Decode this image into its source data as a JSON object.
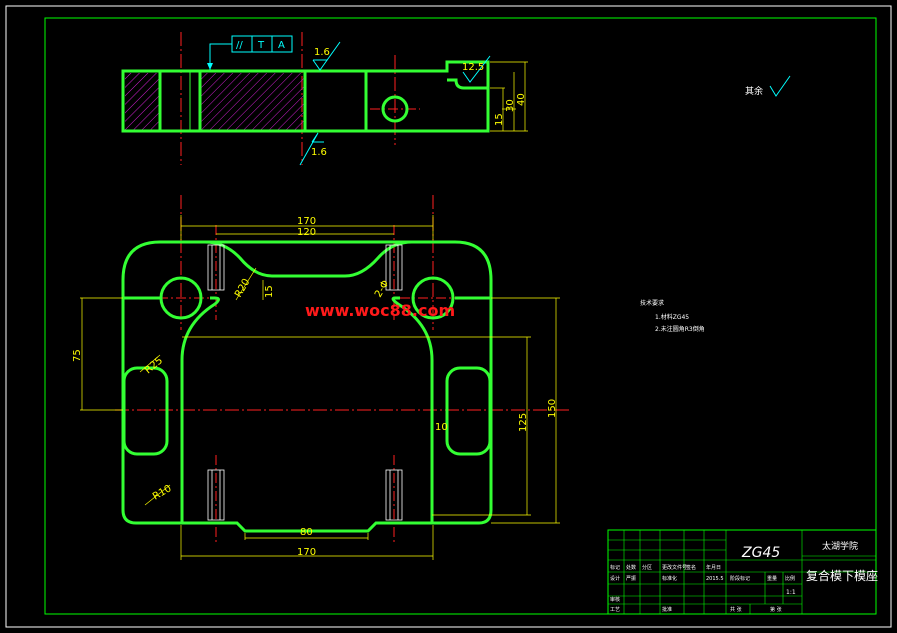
{
  "watermark": "www.woc88.com",
  "top_view": {
    "tolerance_symbols": [
      "//",
      "T",
      "A"
    ],
    "roughness_1": "1.6",
    "roughness_2": "1.6",
    "roughness_3": "12.5",
    "dim_15": "15",
    "dim_30": "30",
    "dim_40": "40"
  },
  "plan_view": {
    "dim_170_top": "170",
    "dim_120": "120",
    "dim_170_bottom": "170",
    "dim_80": "80",
    "dim_75": "75",
    "dim_150": "150",
    "dim_125": "125",
    "dim_15": "15",
    "dim_10": "10",
    "r20": "R20",
    "r25": "R25",
    "r10": "R10",
    "hole_callout": "2-Φ"
  },
  "notes": {
    "rest_roughness": "其余",
    "title": "技术要求",
    "line1": "1.材料ZG45",
    "line2": "2.未注圆角R3倒角"
  },
  "title_block": {
    "material": "ZG45",
    "school": "太湖学院",
    "part_name": "复合模下模座",
    "row1": [
      "标记",
      "处数",
      "分区",
      "更改文件号",
      "签名",
      "年月日"
    ],
    "row2": [
      "设计",
      "严振",
      "",
      "标准化",
      "",
      "2015.5"
    ],
    "row3": [
      "审核",
      "",
      "",
      "",
      "",
      ""
    ],
    "row4": [
      "工艺",
      "",
      "",
      "批准",
      "",
      ""
    ],
    "stage_label": "阶段标记",
    "weight_label": "重量",
    "scale_label": "比例",
    "scale_value": "1:1",
    "sheets_label": "共  张",
    "sheet_label": "第  张"
  }
}
